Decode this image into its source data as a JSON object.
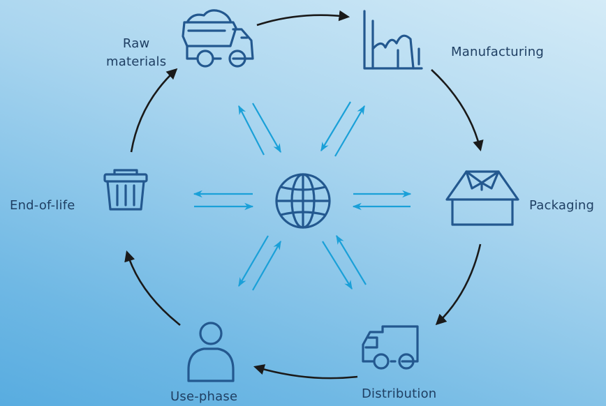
{
  "diagram": {
    "stages": [
      {
        "id": "raw",
        "label": "Raw materials",
        "label_lines": [
          "Raw",
          "materials"
        ],
        "icon": "dump-truck-icon"
      },
      {
        "id": "manufacturing",
        "label": "Manufacturing",
        "icon": "factory-icon"
      },
      {
        "id": "packaging",
        "label": "Packaging",
        "icon": "box-icon"
      },
      {
        "id": "distribution",
        "label": "Distribution",
        "icon": "delivery-truck-icon"
      },
      {
        "id": "use",
        "label": "Use-phase",
        "icon": "person-icon"
      },
      {
        "id": "eol",
        "label": "End-of-life",
        "icon": "trash-bin-icon"
      }
    ],
    "center_icon": "globe-icon",
    "colors": {
      "icon": "#23588f",
      "label": "#1f3f63",
      "cycle_arrow": "#1a1a1a",
      "exchange_arrow": "#1aa0d8",
      "background_light": "#d4ebf7",
      "background_dark": "#58ace0"
    }
  }
}
